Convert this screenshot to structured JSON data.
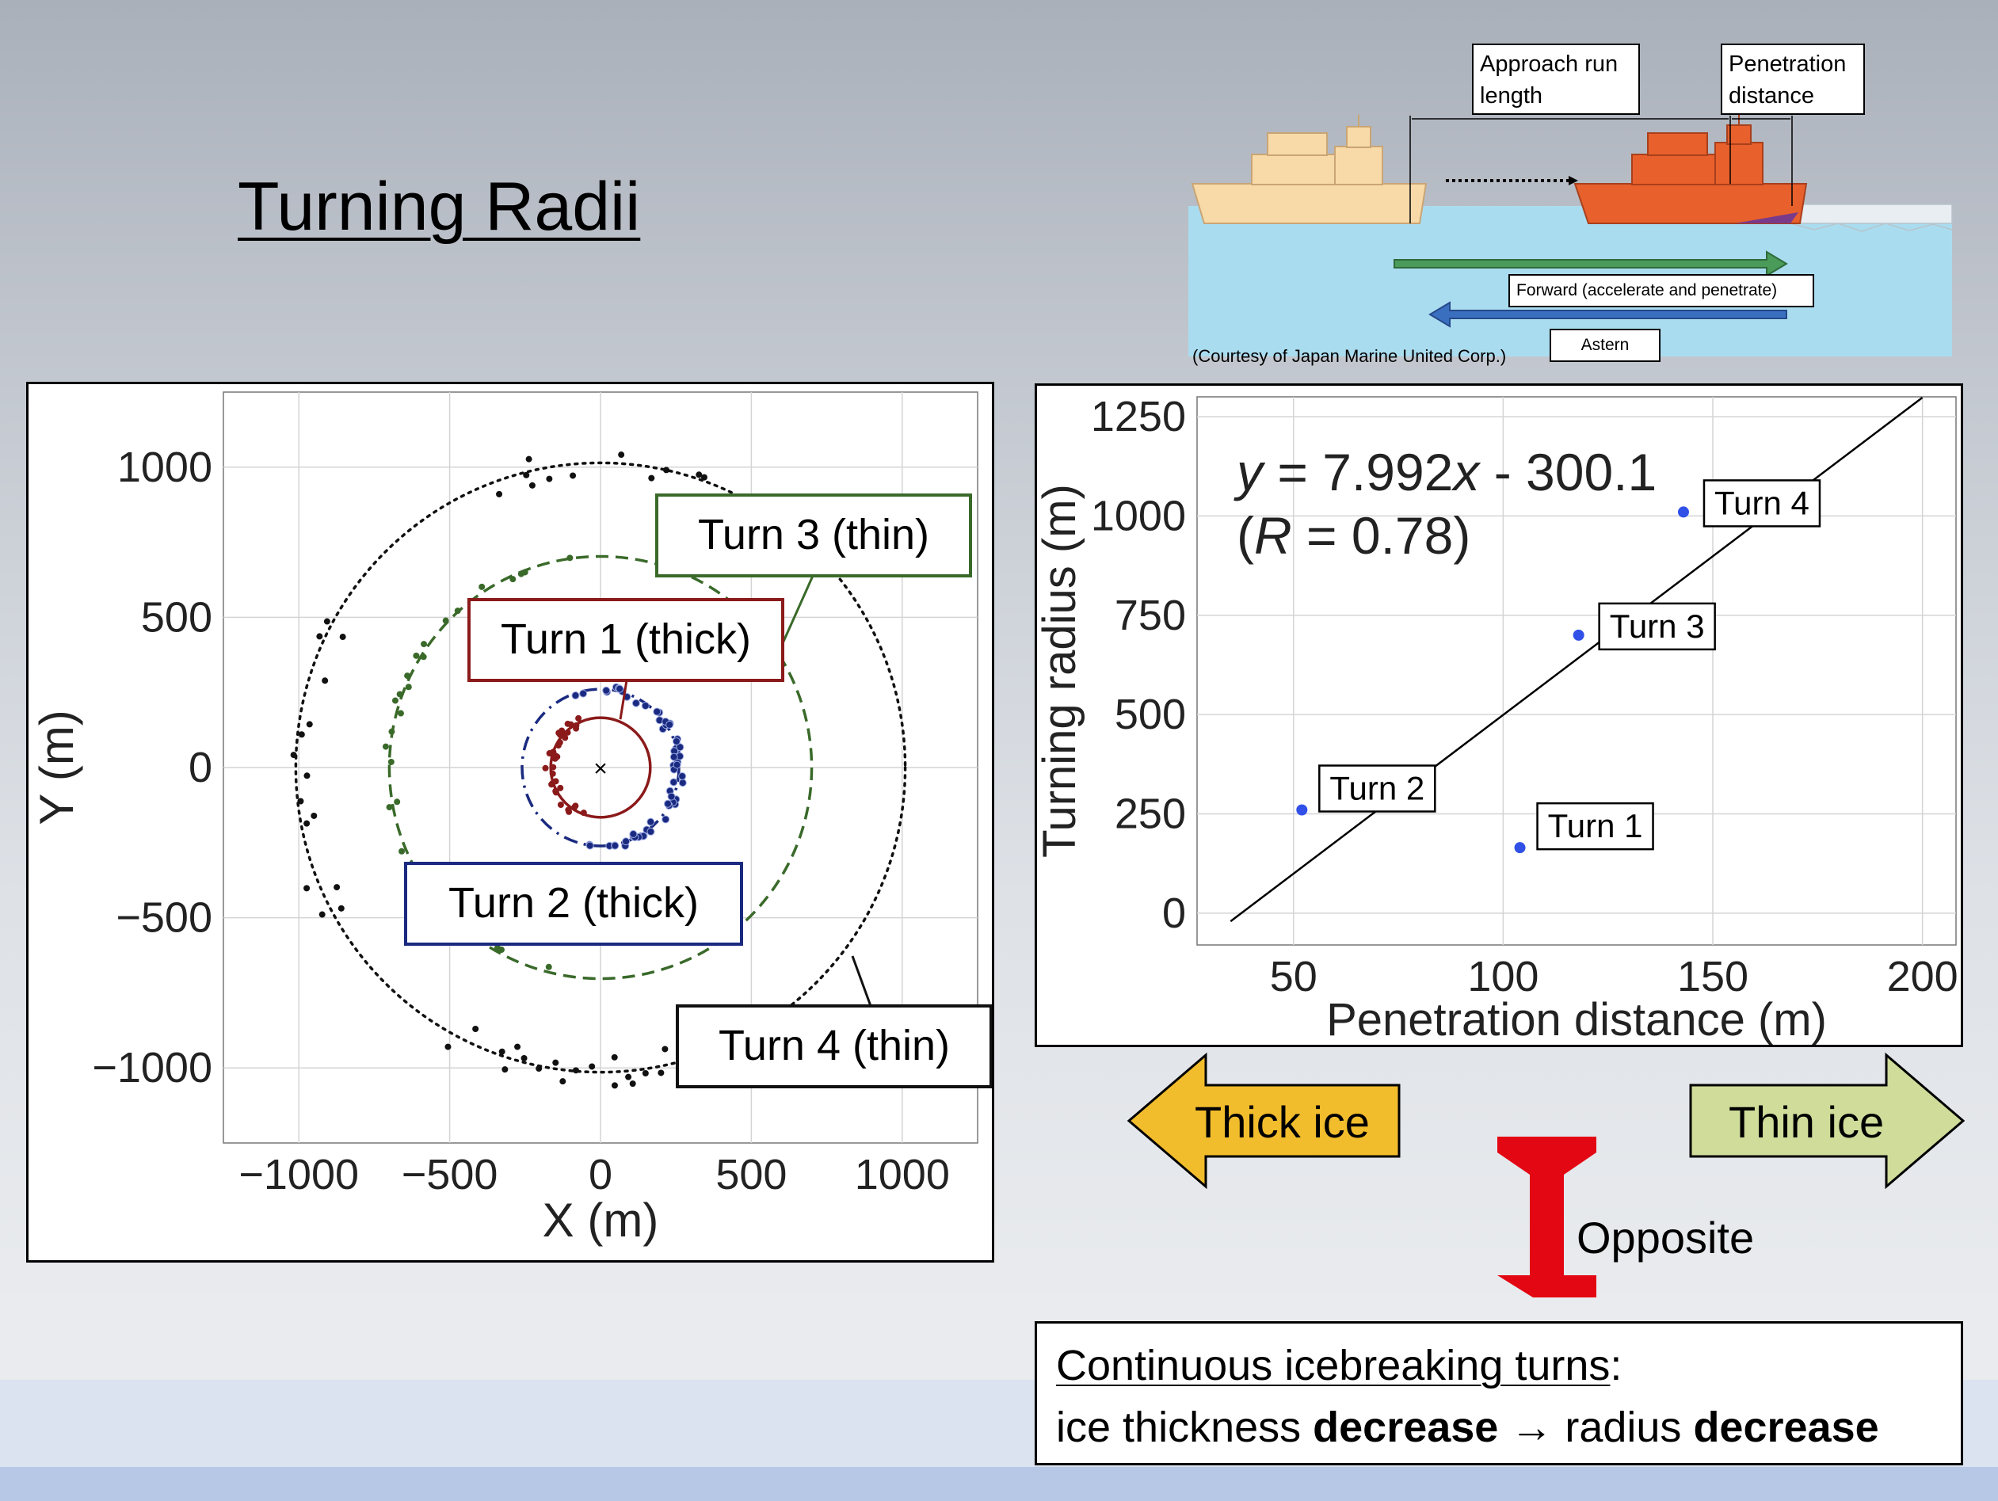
{
  "title": "Turning Radii",
  "figure": {
    "labels": {
      "approach": "Approach run length",
      "penetration": "Penetration distance",
      "forward": "Forward (accelerate and penetrate)",
      "astern": "Astern",
      "courtesy": "(Courtesy of Japan Marine United Corp.)"
    },
    "colors": {
      "sea": "#aadcf0",
      "ship_light": "#f8d9a8",
      "ship_dark": "#e8602c",
      "forward": "#4a9a5a",
      "astern": "#3a6fc0"
    }
  },
  "arrows": {
    "thick": "Thick ice",
    "thin": "Thin ice",
    "opposite": "Opposite",
    "thick_color": "#f2bd2c",
    "thin_color": "#cfdc9a",
    "opposite_color": "#e30613"
  },
  "statement": {
    "line1": "Continuous icebreaking turns",
    "colon": ":",
    "l2a": "ice thickness ",
    "l2b": "decrease",
    "l2c": " → radius ",
    "l2d": "decrease"
  },
  "chart_data": [
    {
      "type": "scatter",
      "title": "",
      "xlabel": "X (m)",
      "ylabel": "Y (m)",
      "xlim": [
        -1250,
        1250
      ],
      "ylim": [
        -1250,
        1250
      ],
      "xticks": [
        -1000,
        -500,
        0,
        500,
        1000
      ],
      "yticks": [
        -1000,
        -500,
        0,
        500,
        1000
      ],
      "xtick_labels": [
        "−1000",
        "−500",
        "0",
        "500",
        "1000"
      ],
      "ytick_labels": [
        "−1000",
        "−500",
        "0",
        "500",
        "1000"
      ],
      "grid": true,
      "center_marker": "×",
      "series": [
        {
          "name": "Turn 1 (thick)",
          "radius": 165,
          "style": "solid",
          "color": "#8b1a1a"
        },
        {
          "name": "Turn 2 (thick)",
          "radius": 260,
          "style": "dashdot",
          "color": "#1a2a80"
        },
        {
          "name": "Turn 3 (thin)",
          "radius": 700,
          "style": "dashed",
          "color": "#3a6a2a"
        },
        {
          "name": "Turn 4 (thin)",
          "radius": 1010,
          "style": "dotted",
          "color": "#111111"
        }
      ]
    },
    {
      "type": "scatter",
      "title": "",
      "xlabel": "Penetration distance (m)",
      "ylabel": "Turning radius (m)",
      "xlim": [
        27,
        208
      ],
      "ylim": [
        -80,
        1300
      ],
      "xticks": [
        50,
        100,
        150,
        200
      ],
      "yticks": [
        0,
        250,
        500,
        750,
        1000,
        1250
      ],
      "grid": true,
      "point_color": "#3050e8",
      "points": [
        {
          "label": "Turn 1",
          "x": 104,
          "y": 165
        },
        {
          "label": "Turn 2",
          "x": 52,
          "y": 260
        },
        {
          "label": "Turn 3",
          "x": 118,
          "y": 700
        },
        {
          "label": "Turn 4",
          "x": 143,
          "y": 1010
        }
      ],
      "fit": {
        "slope": 7.992,
        "intercept": -300.1,
        "x_range": [
          35,
          200
        ]
      },
      "equation": {
        "y": "y",
        "eq": " = 7.992",
        "x": "x",
        "rest": " - 300.1",
        "r_open": "(",
        "r": "R",
        "r_rest": " = 0.78)"
      }
    }
  ]
}
